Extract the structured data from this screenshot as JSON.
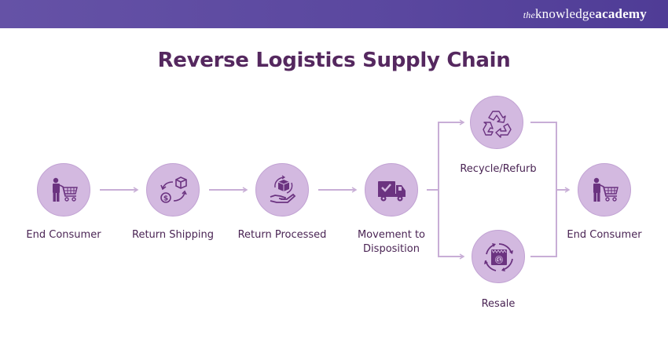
{
  "header": {
    "brand_prefix": "the",
    "brand_main": "knowledge",
    "brand_suffix": "academy"
  },
  "title": "Reverse Logistics Supply Chain",
  "colors": {
    "header_bg": "#5a479f",
    "title": "#55285f",
    "node_fill": "#d3b9e0",
    "icon": "#6b3380",
    "connector": "#c8aed6"
  },
  "nodes": [
    {
      "id": "end-consumer-start",
      "label": "End Consumer",
      "icon": "person-cart-icon"
    },
    {
      "id": "return-shipping",
      "label": "Return Shipping",
      "icon": "exchange-box-money-icon"
    },
    {
      "id": "return-processed",
      "label": "Return Processed",
      "icon": "hand-box-cycle-icon"
    },
    {
      "id": "movement-to-disposition",
      "label": "Movement to Disposition",
      "icon": "delivery-truck-check-icon"
    },
    {
      "id": "recycle-refurb",
      "label": "Recycle/Refurb",
      "icon": "recycle-icon"
    },
    {
      "id": "resale",
      "label": "Resale",
      "icon": "store-money-cycle-icon"
    },
    {
      "id": "end-consumer-end",
      "label": "End Consumer",
      "icon": "person-cart-icon"
    }
  ],
  "edges": [
    {
      "from": "end-consumer-start",
      "to": "return-shipping"
    },
    {
      "from": "return-shipping",
      "to": "return-processed"
    },
    {
      "from": "return-processed",
      "to": "movement-to-disposition"
    },
    {
      "from": "movement-to-disposition",
      "to": "recycle-refurb"
    },
    {
      "from": "movement-to-disposition",
      "to": "resale"
    },
    {
      "from": "recycle-refurb",
      "to": "end-consumer-end"
    },
    {
      "from": "resale",
      "to": "end-consumer-end"
    }
  ]
}
